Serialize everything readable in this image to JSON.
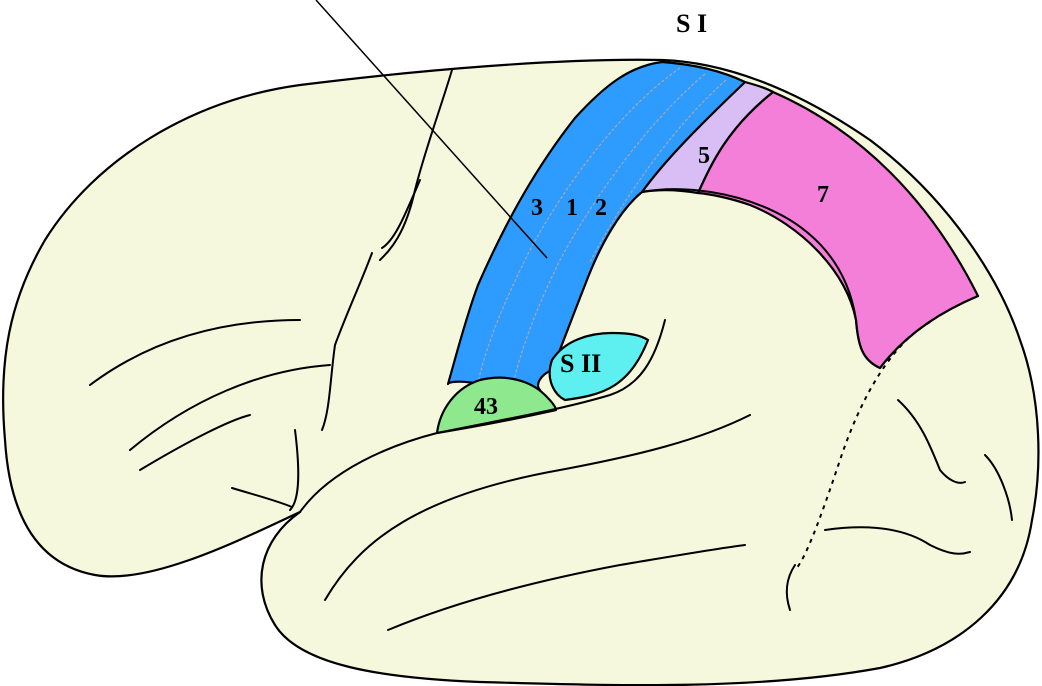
{
  "diagram": {
    "labels": {
      "si": "S I",
      "area_3": "3",
      "area_1": "1",
      "area_2": "2",
      "area_5": "5",
      "area_7": "7",
      "sii": "S II",
      "area_43": "43"
    },
    "colors": {
      "cortex": "#f5f8dc",
      "somatosensory_primary": "#2e9bff",
      "area_5": "#d9bef5",
      "area_7": "#f47fd8",
      "somatosensory_secondary": "#5ef0f0",
      "area_43": "#8ee88e",
      "outline": "#000000",
      "background": "#ffffff"
    }
  }
}
